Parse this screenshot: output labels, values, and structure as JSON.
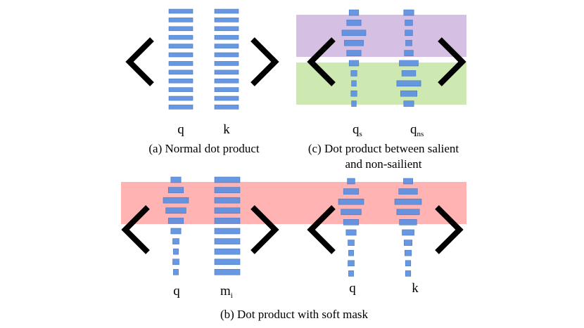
{
  "colors": {
    "bar_fill": "#5b8fe0",
    "bar_stroke": "#4a78c4",
    "bracket": "#000000",
    "band_purple": "#d5bfe3",
    "band_green": "#cde8b1",
    "band_red": "#ffb3b3",
    "text": "#000000"
  },
  "panels": {
    "a": {
      "caption": "(a) Normal dot product",
      "vector_q": {
        "label": "q",
        "sub": "",
        "values": [
          1,
          1,
          1,
          1,
          1,
          1,
          1,
          1,
          1,
          1,
          1,
          1
        ]
      },
      "vector_k": {
        "label": "k",
        "sub": "",
        "values": [
          1,
          1,
          1,
          1,
          1,
          1,
          1,
          1,
          1,
          1,
          1,
          1
        ]
      }
    },
    "b": {
      "caption": "(b) Dot product with soft mask",
      "left": {
        "vector_q": {
          "label": "q",
          "sub": "",
          "values": [
            0.4,
            0.6,
            1.0,
            0.8,
            0.6,
            0.4,
            0.25,
            0.2,
            0.25,
            0.2
          ]
        },
        "vector_m": {
          "label": "m",
          "sub": "i",
          "values": [
            1,
            1,
            1,
            1,
            1,
            1,
            1,
            1,
            1,
            1
          ]
        }
      },
      "right": {
        "vector_q": {
          "label": "q",
          "sub": "",
          "values": [
            0.3,
            0.6,
            1.0,
            0.8,
            0.6,
            0.4,
            0.25,
            0.2,
            0.25,
            0.2
          ]
        },
        "vector_k": {
          "label": "k",
          "sub": "",
          "values": [
            0.35,
            0.7,
            1.0,
            0.85,
            0.65,
            0.45,
            0.3,
            0.25,
            0.2,
            0.2
          ]
        }
      }
    },
    "c": {
      "caption_line1": "(c) Dot product between salient",
      "caption_line2": "and non-sailient",
      "vector_qs": {
        "label": "q",
        "sub": "s",
        "values": [
          0.4,
          0.6,
          1.0,
          0.8,
          0.6,
          0.4,
          0.25,
          0.2,
          0.25,
          0.2
        ]
      },
      "vector_qns": {
        "label": "q",
        "sub": "ns",
        "values": [
          0.4,
          0.3,
          0.3,
          0.25,
          0.35,
          0.75,
          0.55,
          0.95,
          0.65,
          0.4
        ]
      }
    }
  }
}
